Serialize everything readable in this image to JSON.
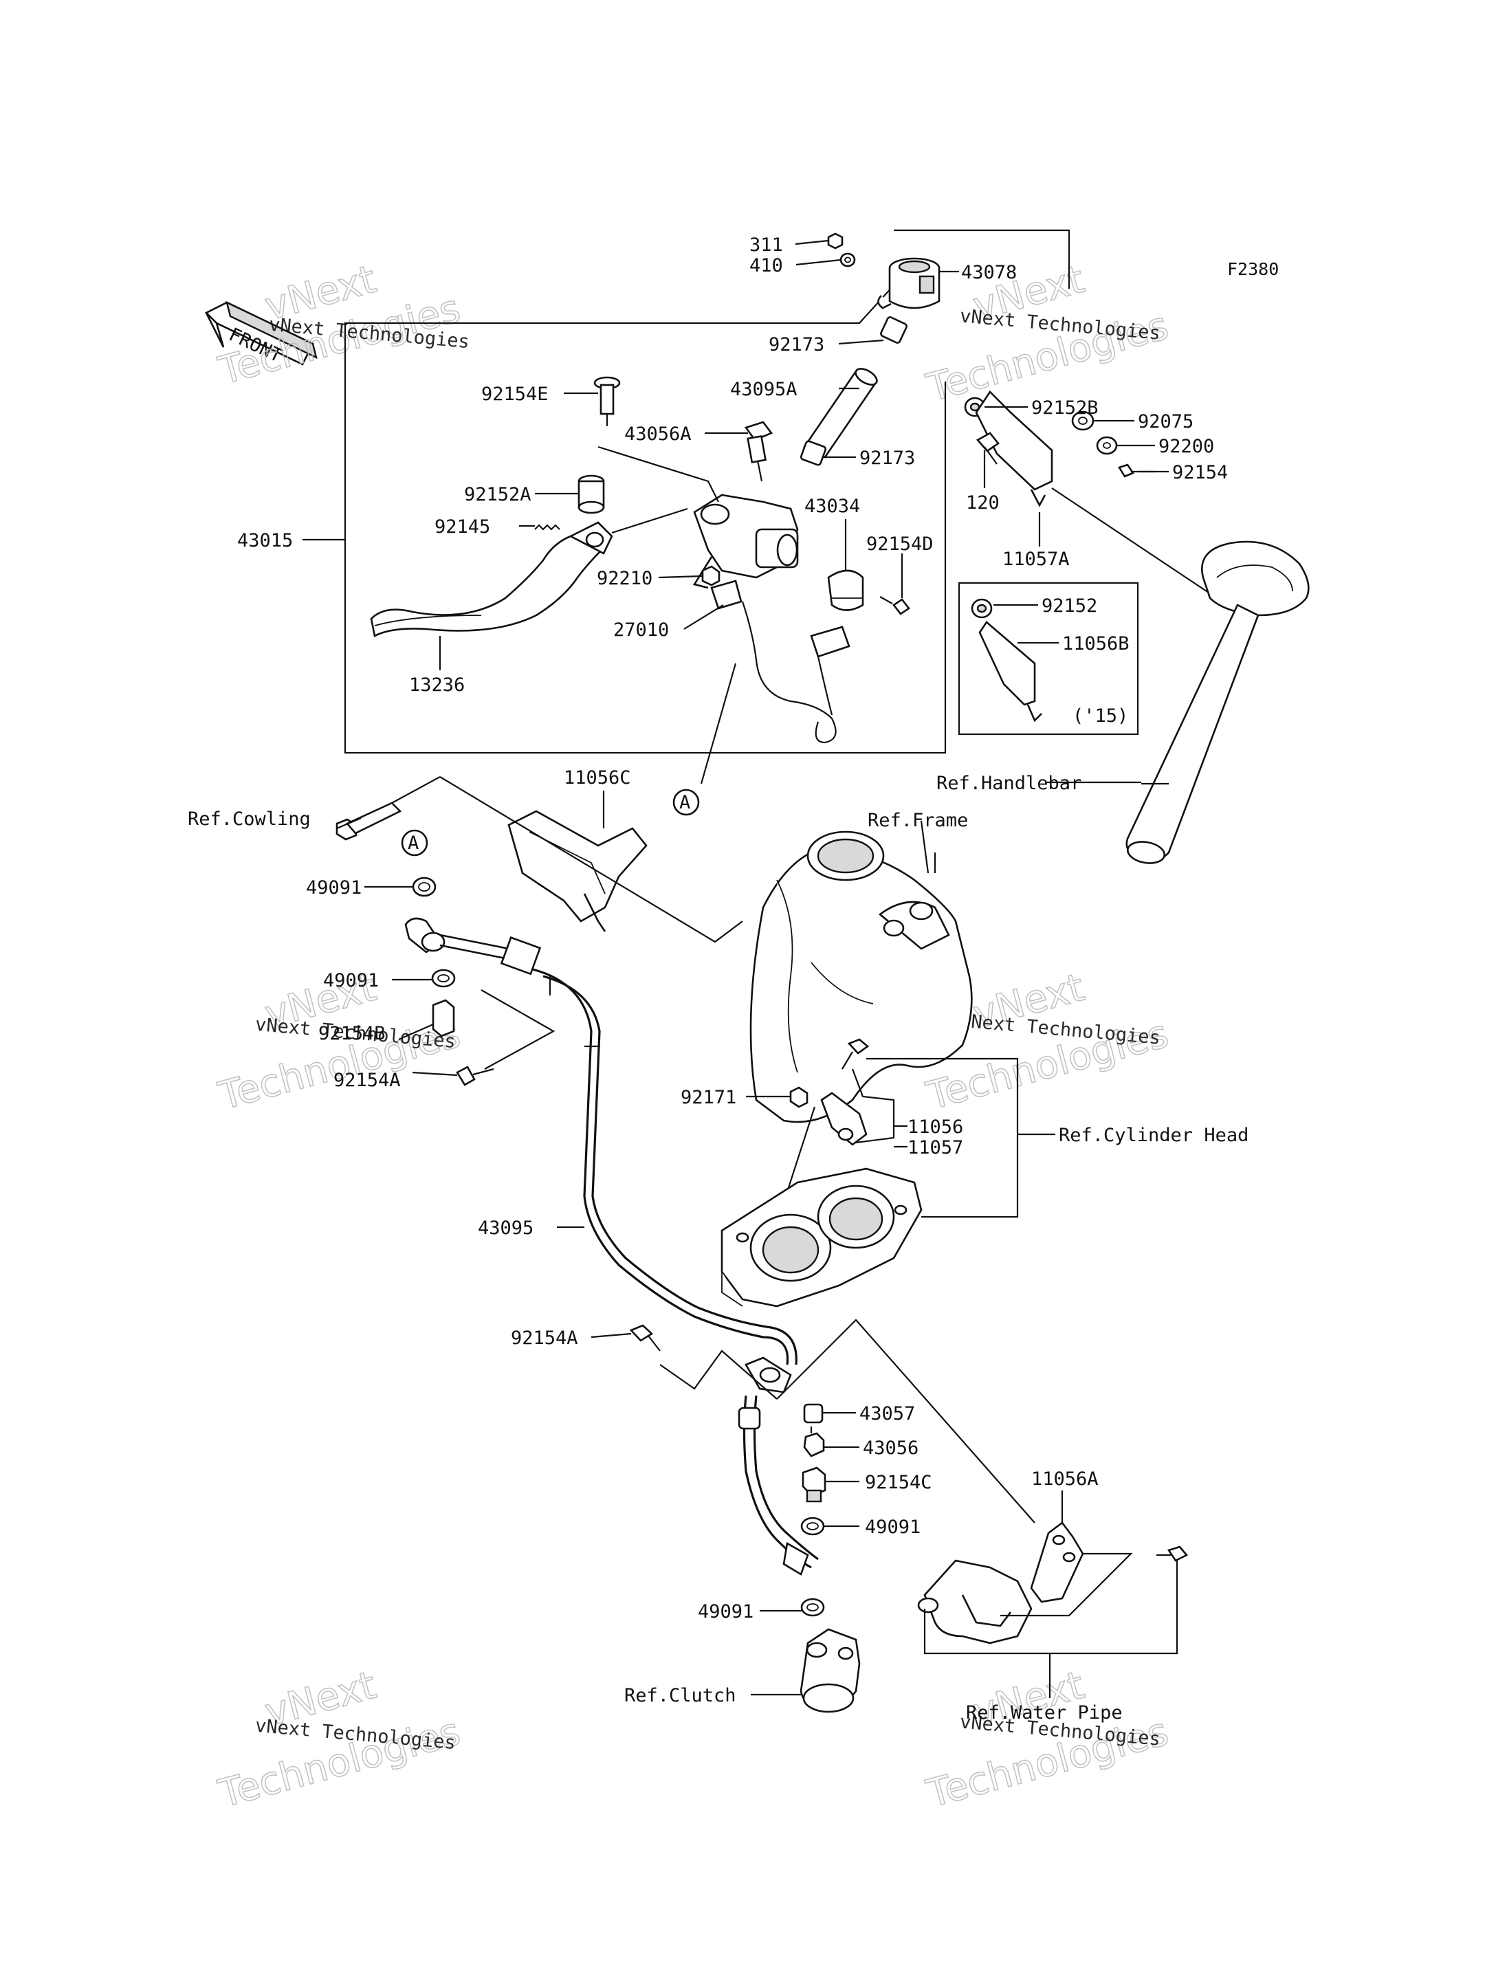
{
  "diagram_code": "F2380",
  "front_label": "FRONT",
  "watermark": {
    "company_line": "vNext Technologies",
    "outline_words": [
      "vNext",
      "Technologies"
    ]
  },
  "part_labels": {
    "p311": "311",
    "p410": "410",
    "p43078": "43078",
    "p92173a": "92173",
    "p43095A": "43095A",
    "p92152B": "92152B",
    "p92154E": "92154E",
    "p43056A": "43056A",
    "p92173b": "92173",
    "p92075": "92075",
    "p92200": "92200",
    "p92154": "92154",
    "p120": "120",
    "p92152A": "92152A",
    "p92145": "92145",
    "p43034": "43034",
    "p43015": "43015",
    "p92154D": "92154D",
    "p11057A": "11057A",
    "p92210": "92210",
    "p27010": "27010",
    "p92152": "92152",
    "p11056B": "11056B",
    "p15": "('15)",
    "p13236": "13236",
    "p11056C": "11056C",
    "p49091a": "49091",
    "p49091b": "49091",
    "p92154B": "92154B",
    "p92154Aa": "92154A",
    "p92171": "92171",
    "p11056": "11056",
    "p11057": "11057",
    "p43095": "43095",
    "p92154Ab": "92154A",
    "p43057": "43057",
    "p43056": "43056",
    "p92154C": "92154C",
    "p49091c": "49091",
    "p49091d": "49091",
    "p11056A": "11056A"
  },
  "ref_labels": {
    "handlebar": "Ref.Handlebar",
    "cowling": "Ref.Cowling",
    "frame": "Ref.Frame",
    "cylinder_head": "Ref.Cylinder Head",
    "clutch": "Ref.Clutch",
    "water_pipe": "Ref.Water Pipe"
  },
  "callouts": {
    "a1": "A",
    "a2": "A"
  }
}
